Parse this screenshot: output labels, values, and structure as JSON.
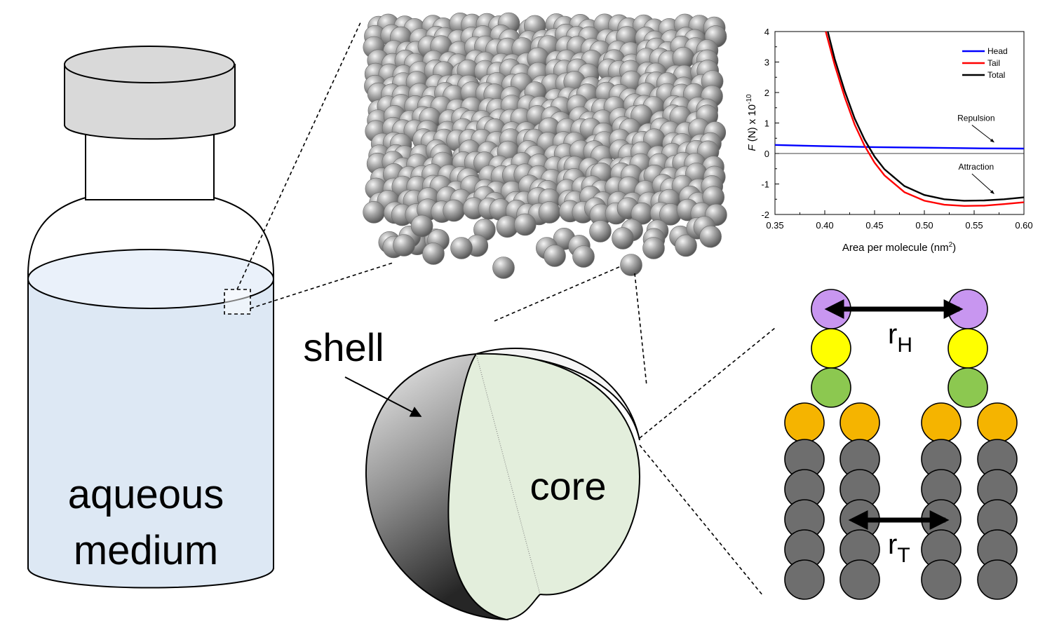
{
  "labels": {
    "medium_line1": "aqueous",
    "medium_line2": "medium",
    "shell": "shell",
    "core": "core",
    "r_head_base": "r",
    "r_head_sub": "H",
    "r_tail_base": "r",
    "r_tail_sub": "T"
  },
  "colors": {
    "liquid": "#dde8f4",
    "liquid_top": "#eaf1fa",
    "cap": "#d9d9d9",
    "core": "#e3eedc",
    "sphere": "#a6a6a6",
    "bead_head": "#c896f0",
    "bead_yellow": "#ffff00",
    "bead_green": "#8cc850",
    "bead_orange": "#f5b400",
    "bead_tail": "#6e6e6e"
  },
  "chart_data": {
    "type": "line",
    "xlabel": "Area per molecule (nm²)",
    "xlabel_base": "Area per molecule (nm",
    "xlabel_sup": "2",
    "xlabel_end": ")",
    "ylabel_italic": "F",
    "ylabel_rest": " (N) x 10",
    "ylabel_sup": "-10",
    "xlim": [
      0.35,
      0.6
    ],
    "ylim": [
      -2,
      4
    ],
    "xticks": [
      0.35,
      0.4,
      0.45,
      0.5,
      0.55,
      0.6
    ],
    "xtick_labels": [
      "0.35",
      "0.40",
      "0.45",
      "0.50",
      "0.55",
      "0.60"
    ],
    "yticks": [
      -2,
      -1,
      0,
      1,
      2,
      3,
      4
    ],
    "ytick_labels": [
      "-2",
      "-1",
      "0",
      "1",
      "2",
      "3",
      "4"
    ],
    "legend_position": "top-right",
    "series": [
      {
        "name": "Head",
        "color": "#0000ff",
        "x": [
          0.35,
          0.4,
          0.45,
          0.5,
          0.55,
          0.6
        ],
        "y": [
          0.28,
          0.24,
          0.21,
          0.19,
          0.17,
          0.16
        ]
      },
      {
        "name": "Tail",
        "color": "#ff0000",
        "x": [
          0.401,
          0.41,
          0.42,
          0.43,
          0.44,
          0.45,
          0.46,
          0.48,
          0.5,
          0.52,
          0.54,
          0.56,
          0.58,
          0.6
        ],
        "y": [
          4.0,
          2.9,
          1.85,
          0.95,
          0.25,
          -0.3,
          -0.72,
          -1.27,
          -1.55,
          -1.68,
          -1.72,
          -1.71,
          -1.66,
          -1.6
        ]
      },
      {
        "name": "Total",
        "color": "#000000",
        "x": [
          0.403,
          0.41,
          0.42,
          0.43,
          0.44,
          0.45,
          0.46,
          0.48,
          0.5,
          0.52,
          0.54,
          0.56,
          0.58,
          0.6
        ],
        "y": [
          4.0,
          3.1,
          2.05,
          1.15,
          0.45,
          -0.1,
          -0.52,
          -1.07,
          -1.36,
          -1.5,
          -1.55,
          -1.54,
          -1.5,
          -1.44
        ]
      }
    ],
    "reference_line_y": 0,
    "annotations": [
      {
        "text": "Repulsion",
        "x": 0.552,
        "y": 1.07,
        "arrow_to": [
          0.57,
          0.37
        ]
      },
      {
        "text": "Attraction",
        "x": 0.552,
        "y": -0.53,
        "arrow_to": [
          0.57,
          -1.32
        ]
      }
    ]
  }
}
